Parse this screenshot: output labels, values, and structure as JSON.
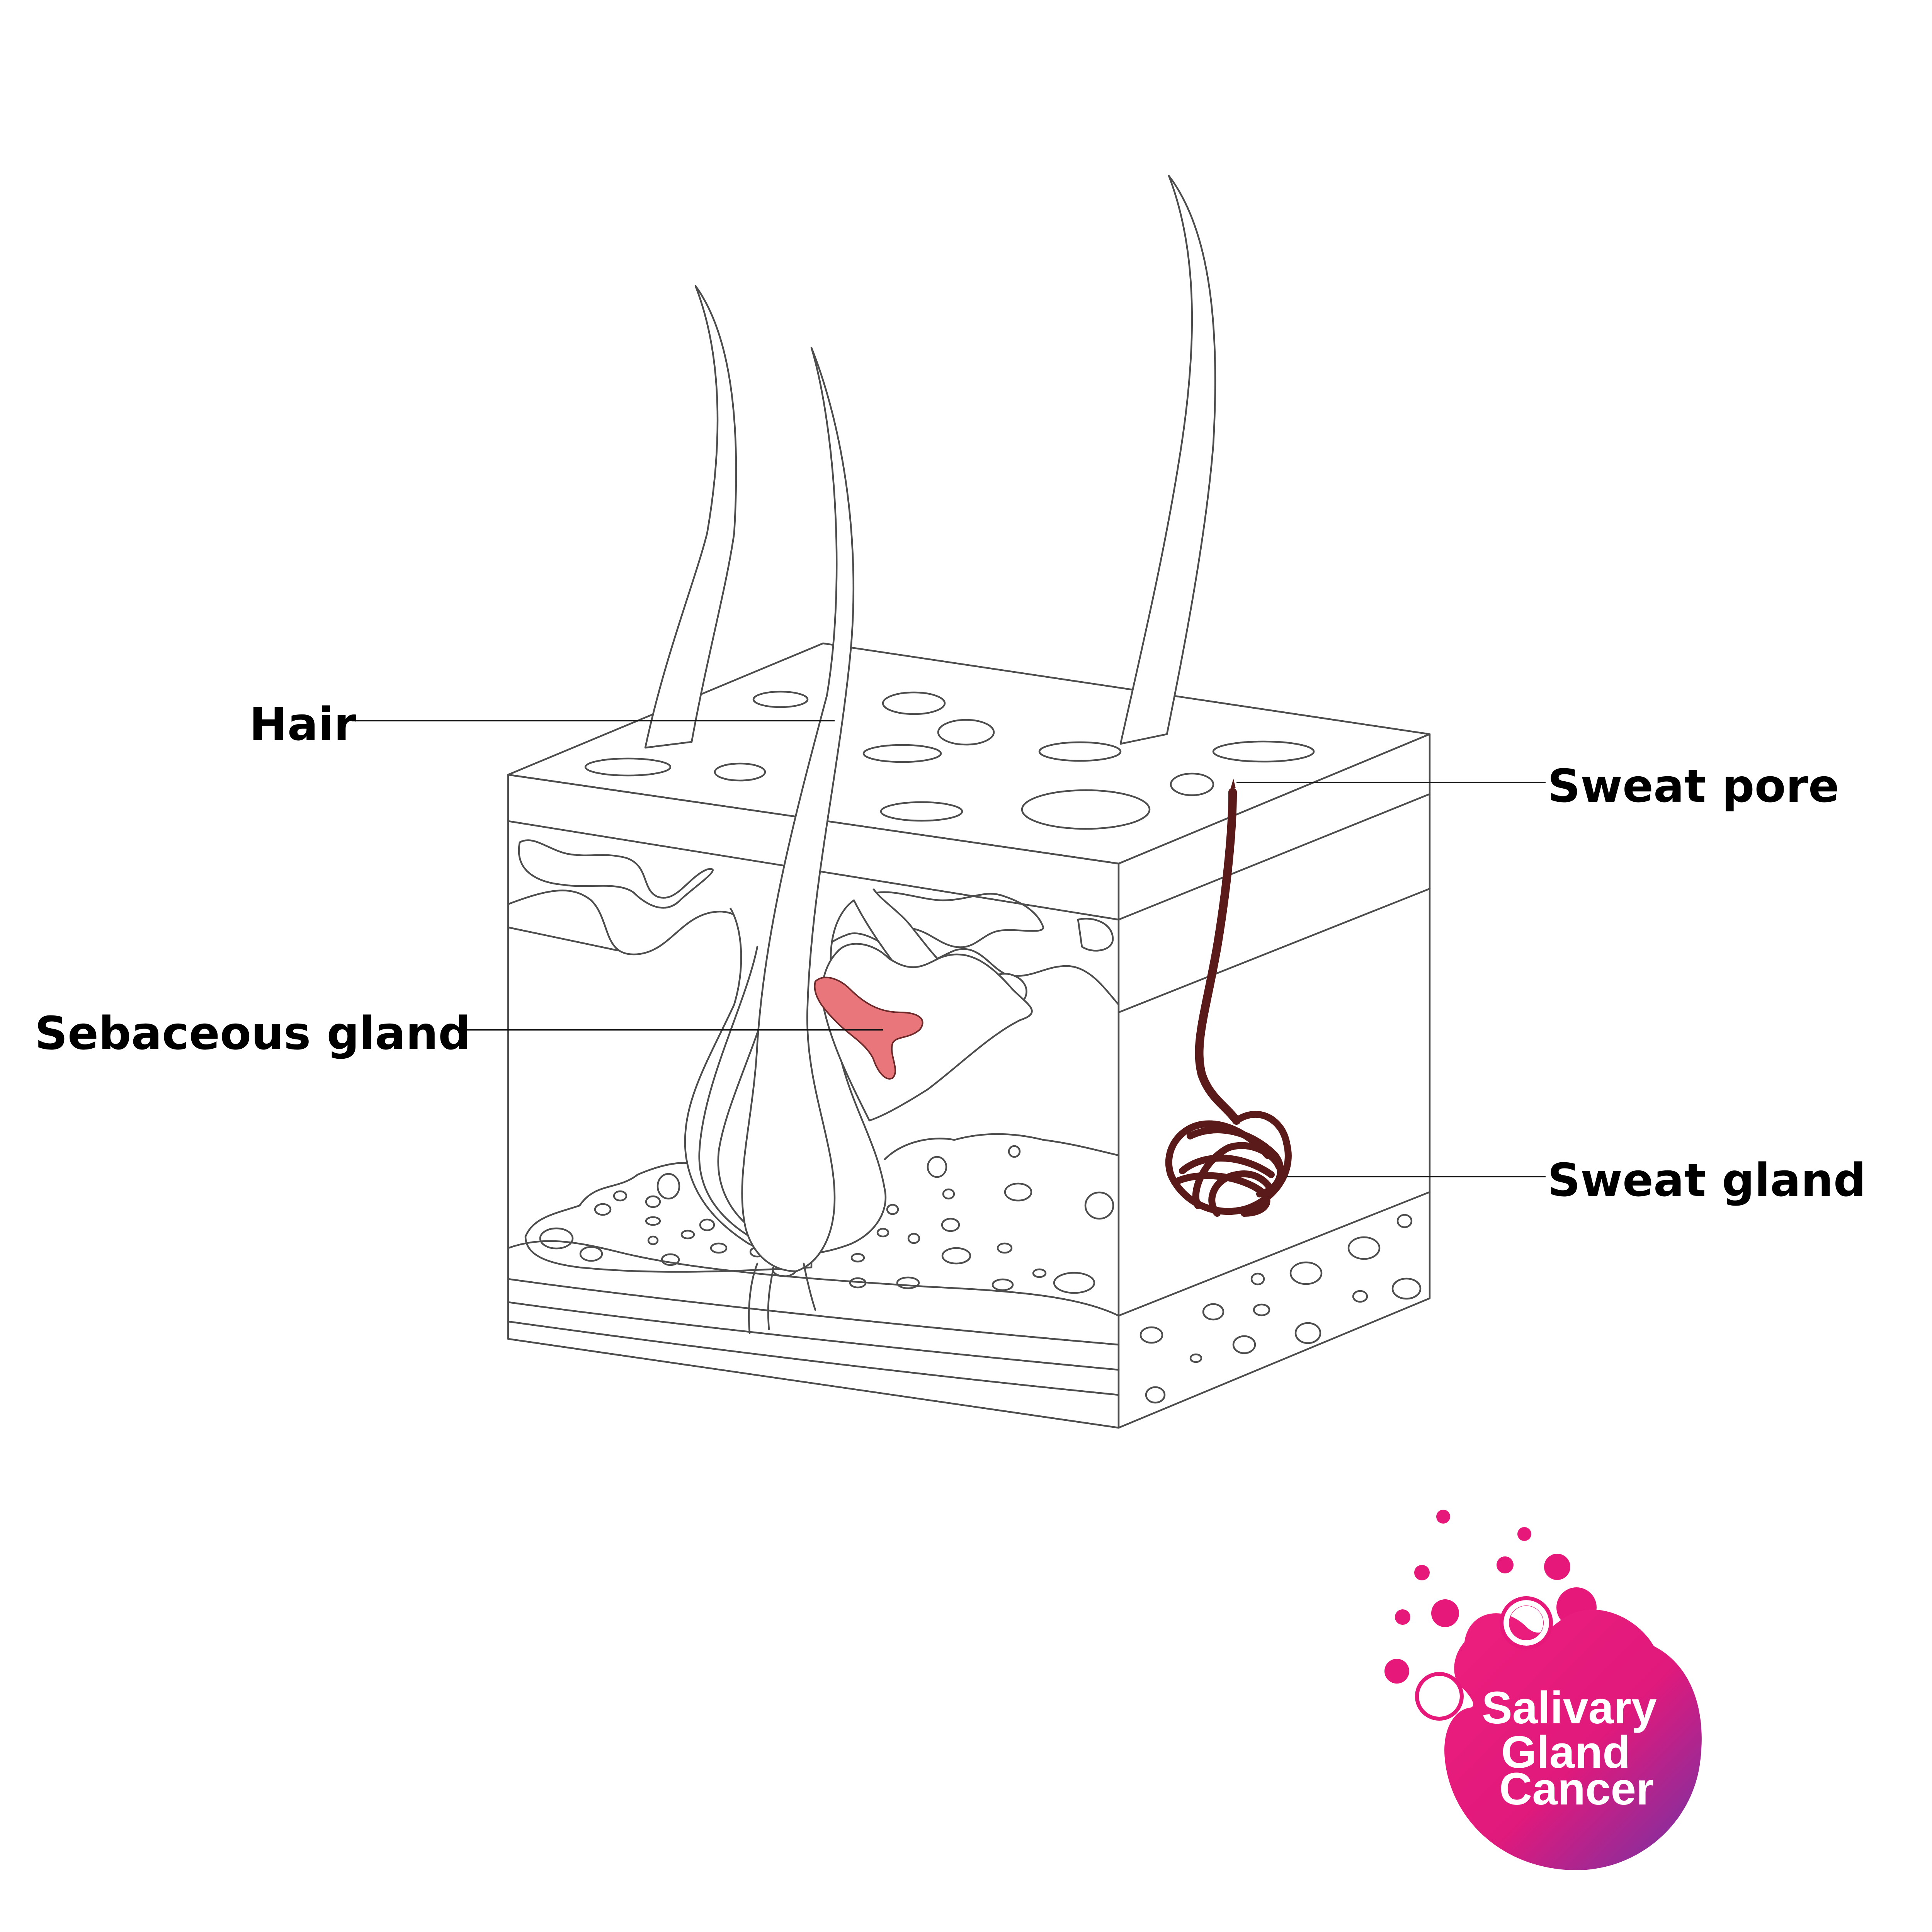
{
  "labels": {
    "hair": "Hair",
    "sebaceous_gland": "Sebaceous gland",
    "sweat_pore": "Sweat pore",
    "sweat_gland": "Sweat gland"
  },
  "logo": {
    "line1": "Salivary",
    "line2": "Gland",
    "line3": "Cancer"
  },
  "colors": {
    "outline": "#4d4d4d",
    "sebaceous": "#e8767a",
    "sweat_duct": "#5a1a1a",
    "logo_pink": "#e6197a",
    "logo_purple": "#7a2fa0"
  }
}
